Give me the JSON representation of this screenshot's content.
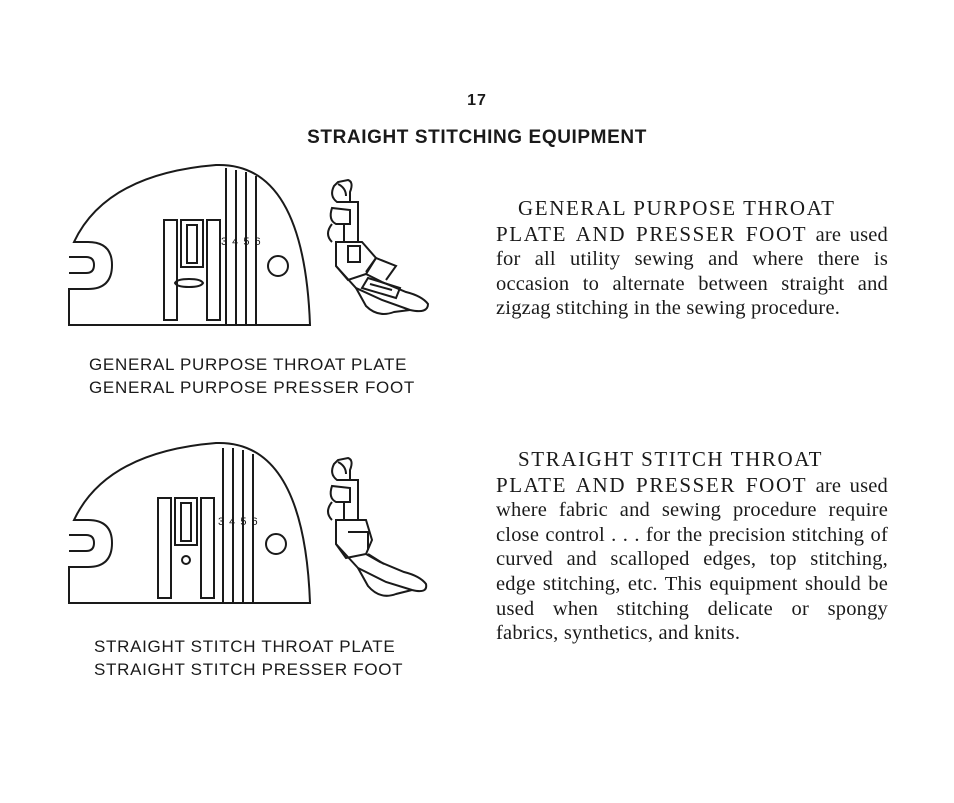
{
  "page_number": "17",
  "title": "STRAIGHT STITCHING EQUIPMENT",
  "sections": [
    {
      "caption_lines": [
        "GENERAL PURPOSE THROAT PLATE",
        "GENERAL PURPOSE PRESSER FOOT"
      ],
      "plate_numbers": "3 4 5 6",
      "heading_line1": "GENERAL PURPOSE THROAT",
      "heading_line2": "PLATE AND PRESSER FOOT",
      "body": "are used for all utility sewing and where there is occasion to alternate between straight and zigzag stitching in the sewing procedure."
    },
    {
      "caption_lines": [
        "STRAIGHT STITCH THROAT PLATE",
        "STRAIGHT STITCH PRESSER FOOT"
      ],
      "plate_numbers": "3 4 5 6",
      "heading_line1": "STRAIGHT STITCH THROAT",
      "heading_line2": "PLATE AND PRESSER FOOT",
      "body": "are used where fabric and sewing procedure require close control . . . for the precision stitching of curved and scalloped edges, top stitching, edge stitching, etc. This equipment should be used when stitching delicate or spongy fabrics, synthetics, and knits."
    }
  ]
}
